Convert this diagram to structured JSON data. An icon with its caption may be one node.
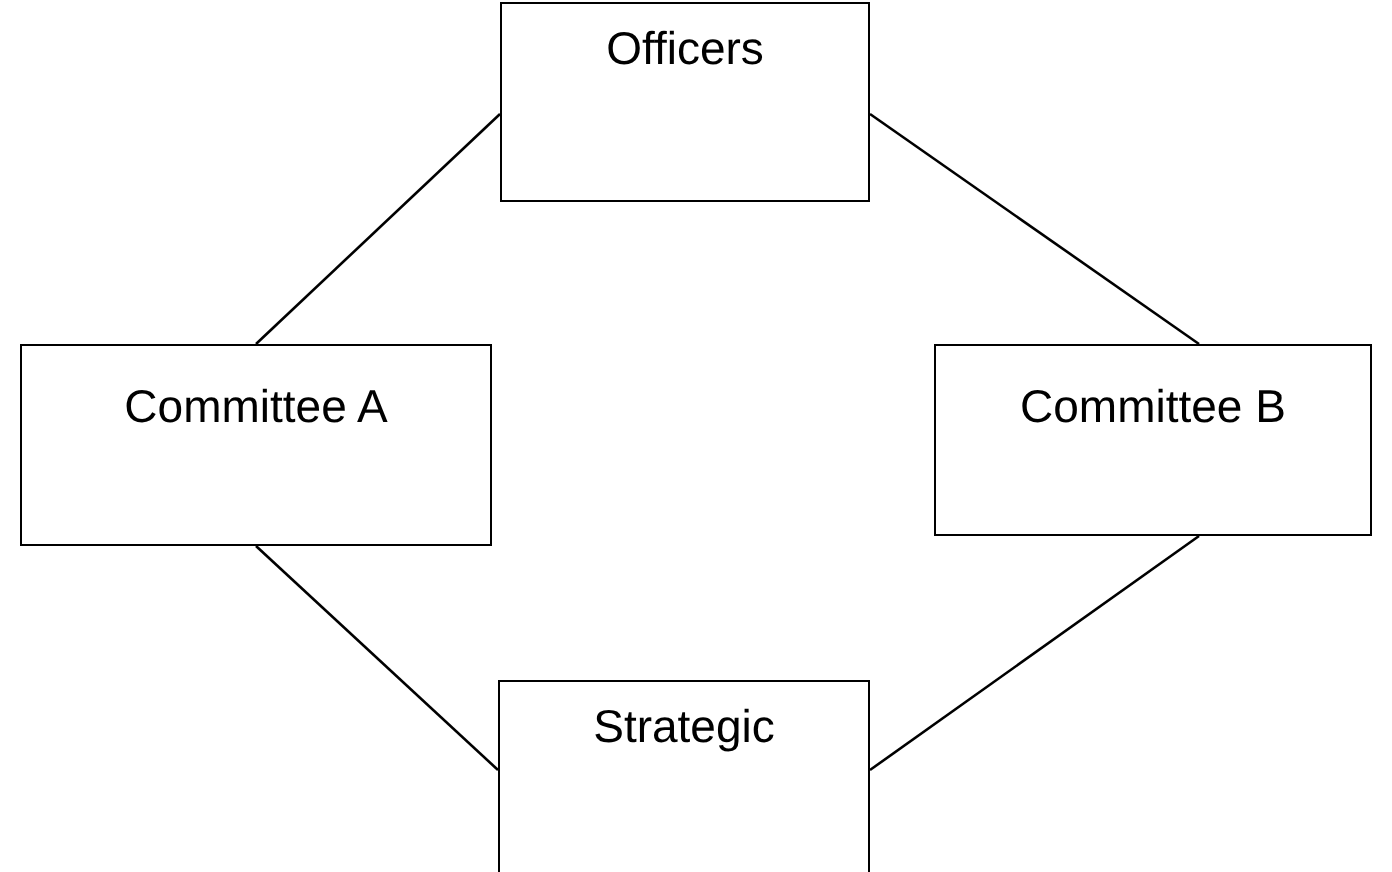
{
  "diagram": {
    "nodes": [
      {
        "text": [
          "Officers"
        ]
      },
      {
        "text": [
          "Committee A"
        ]
      },
      {
        "text": [
          "Committee B"
        ]
      },
      {
        "text": [
          "Strategic"
        ]
      }
    ],
    "edges": [
      {
        "from": 0,
        "to": 1,
        "arrow": "none"
      },
      {
        "from": 0,
        "to": 2,
        "arrow": "none"
      },
      {
        "from": 1,
        "to": 3,
        "arrow": "none"
      },
      {
        "from": 2,
        "to": 3,
        "arrow": "none"
      }
    ]
  }
}
